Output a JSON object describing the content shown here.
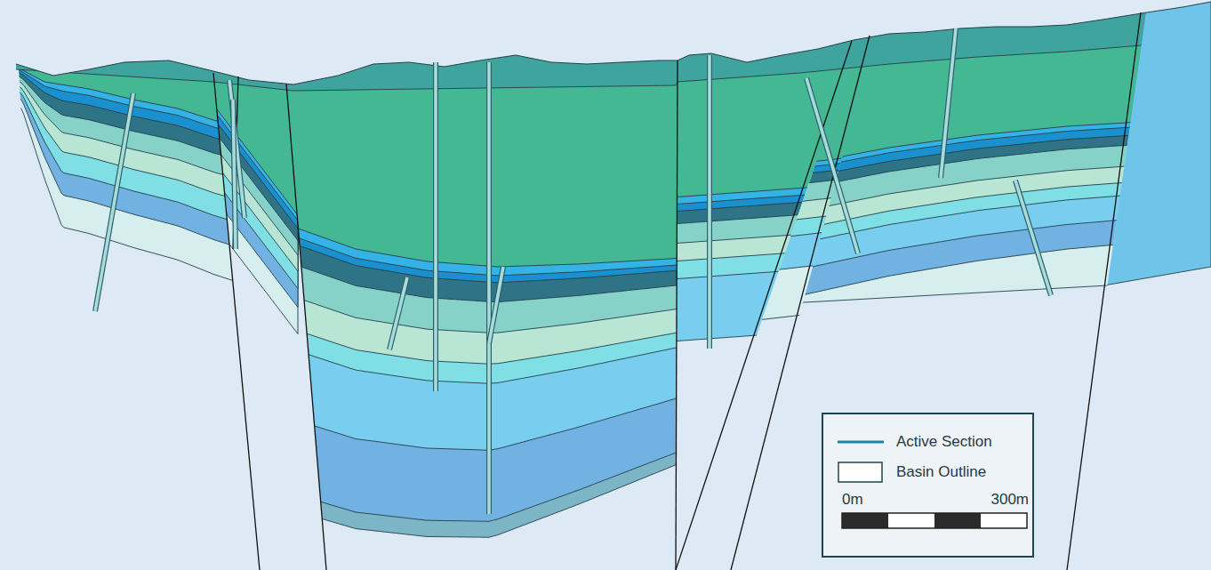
{
  "diagram": {
    "labels": [
      "0m",
      "300m"
    ],
    "legend": [
      {
        "text": "Active Section"
      },
      {
        "text": "Basin Outline"
      }
    ]
  }
}
